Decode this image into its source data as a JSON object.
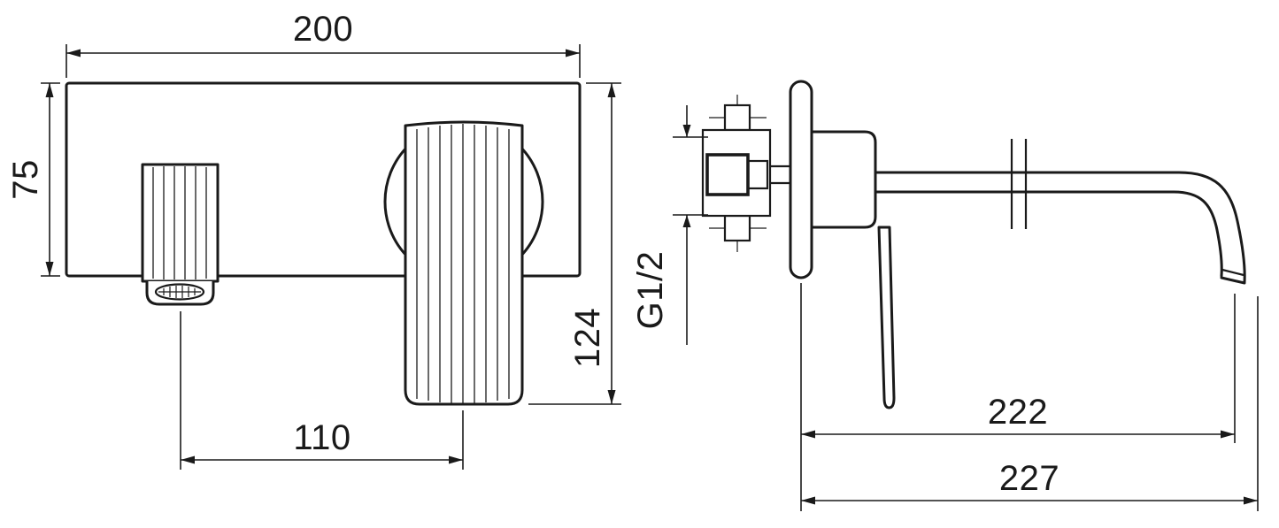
{
  "colors": {
    "line": "#1a1a1a",
    "background": "#ffffff"
  },
  "front_view": {
    "width_label": "200",
    "plate_height_label": "75",
    "total_height_label": "124",
    "spout_offset_label": "110"
  },
  "side_view": {
    "thread_label": "G1/2",
    "reach_label": "222",
    "projection_label": "227"
  }
}
